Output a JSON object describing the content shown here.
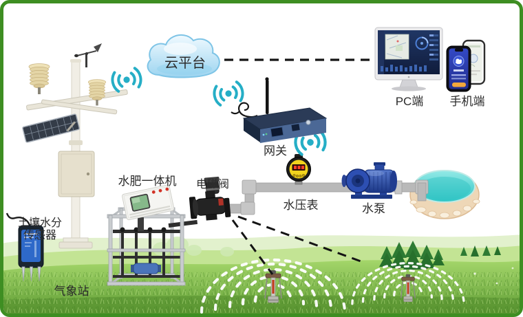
{
  "nodes": {
    "cloud_platform": {
      "label": "云平台"
    },
    "pc_client": {
      "label": "PC端"
    },
    "mobile_client": {
      "label": "手机端"
    },
    "gateway": {
      "label": "网关"
    },
    "weather_station": {
      "label": "气象站"
    },
    "soil_moisture_sensor": {
      "label_line1": "土壤水分",
      "label_line2": "传感器"
    },
    "fertigation_machine": {
      "label": "水肥一体机"
    },
    "solenoid_valve": {
      "label": "电磁阀"
    },
    "water_pressure_gauge": {
      "label": "水压表"
    },
    "water_pump": {
      "label": "水泵"
    }
  },
  "links": [
    {
      "from": "weather_station",
      "to": "cloud_platform",
      "type": "wifi-signal"
    },
    {
      "from": "gateway",
      "to": "cloud_platform",
      "type": "wifi-signal"
    },
    {
      "from": "gateway",
      "to": "field_devices",
      "type": "wifi-signal"
    },
    {
      "from": "cloud_platform",
      "to": "pc_client",
      "type": "dashed-line"
    },
    {
      "from": "solenoid_valve",
      "to": "sprinklers",
      "type": "dashed-line"
    },
    {
      "from": "water_pool",
      "to": "water_pump",
      "type": "pipe"
    },
    {
      "from": "water_pump",
      "to": "water_pressure_gauge",
      "type": "pipe"
    },
    {
      "from": "water_pressure_gauge",
      "to": "solenoid_valve",
      "type": "pipe"
    }
  ],
  "unlabeled_elements": [
    "water-pool",
    "sprinklers",
    "spray-arcs",
    "pipes",
    "grass-field",
    "trees"
  ],
  "icons": {
    "wifi": "wifi-signal-icon",
    "cloud": "cloud-icon"
  },
  "colors": {
    "frame_border": "#3e8e22",
    "wifi_icon": "#25aec6",
    "cloud_fill": "#bfe2f4",
    "pool_water": "#4fd2d2",
    "pump_body": "#2b4fa5",
    "gauge_face": "#f1d31d",
    "pipe": "#b9b9b9",
    "grass": "#7cb84e"
  }
}
